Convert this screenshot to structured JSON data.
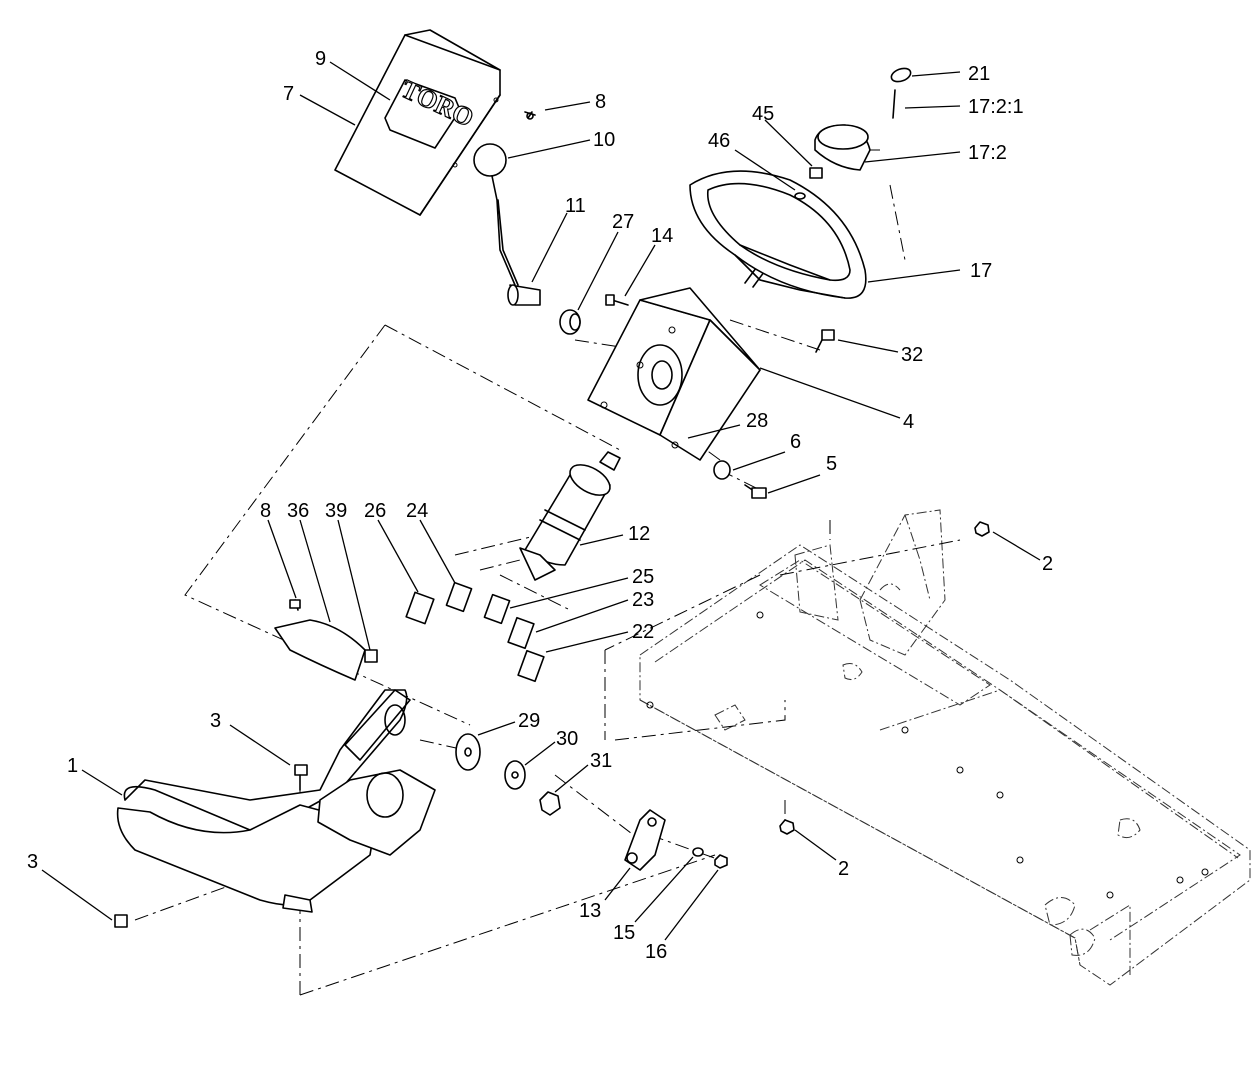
{
  "diagram": {
    "brand_text": "TORO",
    "callouts": {
      "c9": "9",
      "c7": "7",
      "c8a": "8",
      "c10": "10",
      "c21": "21",
      "c17_2_1": "17:2:1",
      "c45": "45",
      "c46": "46",
      "c17_2": "17:2",
      "c11": "11",
      "c27": "27",
      "c14": "14",
      "c17": "17",
      "c32": "32",
      "c4": "4",
      "c28": "28",
      "c6": "6",
      "c5": "5",
      "c8b": "8",
      "c36": "36",
      "c39": "39",
      "c26": "26",
      "c24": "24",
      "c12": "12",
      "c25": "25",
      "c23": "23",
      "c22": "22",
      "c2a": "2",
      "c3a": "3",
      "c29": "29",
      "c30": "30",
      "c31": "31",
      "c1": "1",
      "c3b": "3",
      "c2b": "2",
      "c13": "13",
      "c15": "15",
      "c16": "16"
    }
  }
}
